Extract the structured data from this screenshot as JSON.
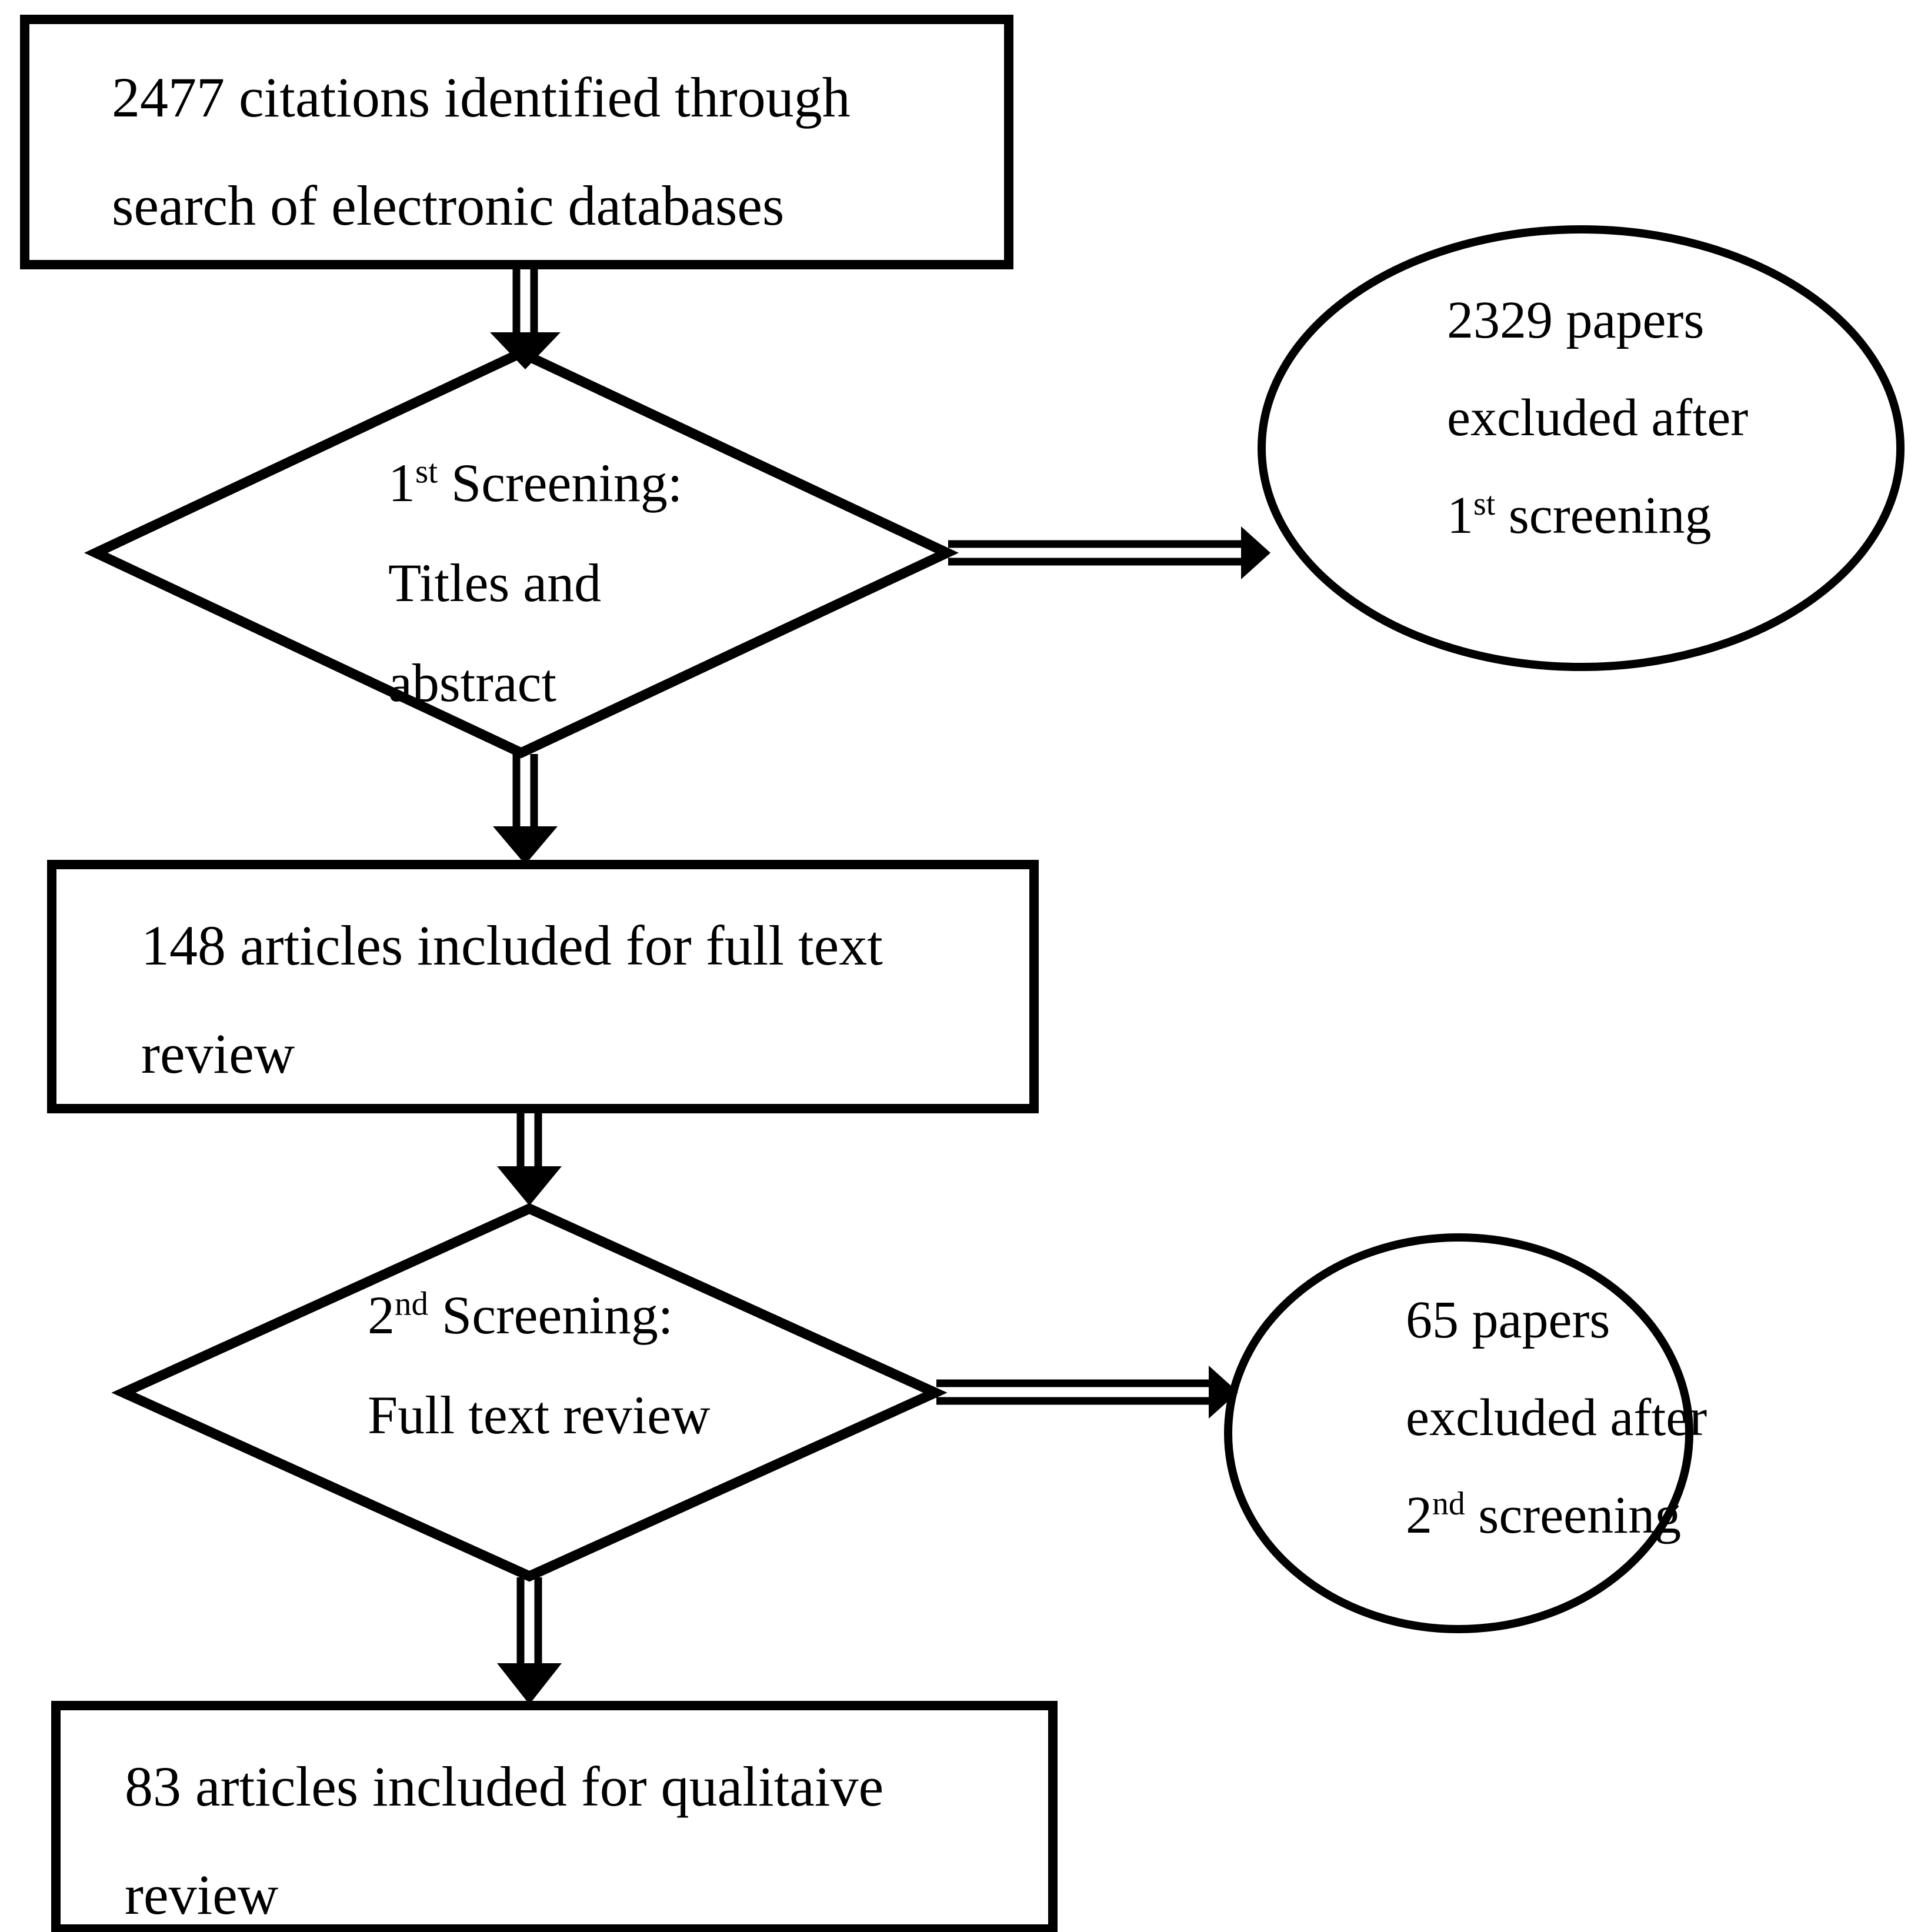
{
  "diagram": {
    "type": "prisma-flow-diagram",
    "title": "Study selection flow diagram",
    "stroke_color": "#000000",
    "background_color": "#ffffff",
    "nodes": [
      {
        "id": "box-1",
        "shape": "rectangle",
        "lines": [
          "2477 citations identified through",
          "search of electronic databases"
        ],
        "count": 2477,
        "line1": "2477 citations identified through",
        "line2": "search of electronic databases"
      },
      {
        "id": "diamond-1",
        "shape": "diamond",
        "lines": [
          "1st Screening:",
          "Titles and",
          "abstract"
        ],
        "line1_base": "1",
        "line1_sup": "st",
        "line1_rest": " Screening:",
        "line2": "Titles and",
        "line3": "abstract"
      },
      {
        "id": "ellipse-1",
        "shape": "ellipse",
        "lines": [
          "2329 papers",
          "excluded after",
          "1st screening"
        ],
        "count": 2329,
        "line1": "2329 papers",
        "line2": "excluded after",
        "line3_base": "1",
        "line3_sup": "st",
        "line3_rest": " screening"
      },
      {
        "id": "box-2",
        "shape": "rectangle",
        "lines": [
          "148 articles included for full text",
          "review"
        ],
        "count": 148,
        "line1": "148 articles included for full text",
        "line2": "review"
      },
      {
        "id": "diamond-2",
        "shape": "diamond",
        "lines": [
          "2nd Screening:",
          "Full text review"
        ],
        "line1_base": "2",
        "line1_sup": "nd",
        "line1_rest": " Screening:",
        "line2": "Full text review"
      },
      {
        "id": "ellipse-2",
        "shape": "ellipse",
        "lines": [
          "65 papers",
          "excluded after",
          "2nd screening"
        ],
        "count": 65,
        "line1": "65 papers",
        "line2": "excluded after",
        "line3_base": "2",
        "line3_sup": "nd",
        "line3_rest": " screening"
      },
      {
        "id": "box-3",
        "shape": "rectangle",
        "lines": [
          "83 articles included for qualitaive",
          "review"
        ],
        "count": 83,
        "line1": "83 articles included for qualitaive",
        "line2": "review"
      }
    ],
    "connectors": [
      {
        "id": "c1",
        "from": "box-1",
        "to": "diamond-1",
        "direction": "down",
        "style": "double-line-arrow"
      },
      {
        "id": "c2",
        "from": "diamond-1",
        "to": "ellipse-1",
        "direction": "right",
        "style": "double-line-arrow"
      },
      {
        "id": "c3",
        "from": "diamond-1",
        "to": "box-2",
        "direction": "down",
        "style": "double-line-arrow"
      },
      {
        "id": "c4",
        "from": "box-2",
        "to": "diamond-2",
        "direction": "down",
        "style": "double-line-arrow"
      },
      {
        "id": "c5",
        "from": "diamond-2",
        "to": "ellipse-2",
        "direction": "right",
        "style": "double-line-arrow"
      },
      {
        "id": "c6",
        "from": "diamond-2",
        "to": "box-3",
        "direction": "down",
        "style": "double-line-arrow"
      }
    ]
  }
}
